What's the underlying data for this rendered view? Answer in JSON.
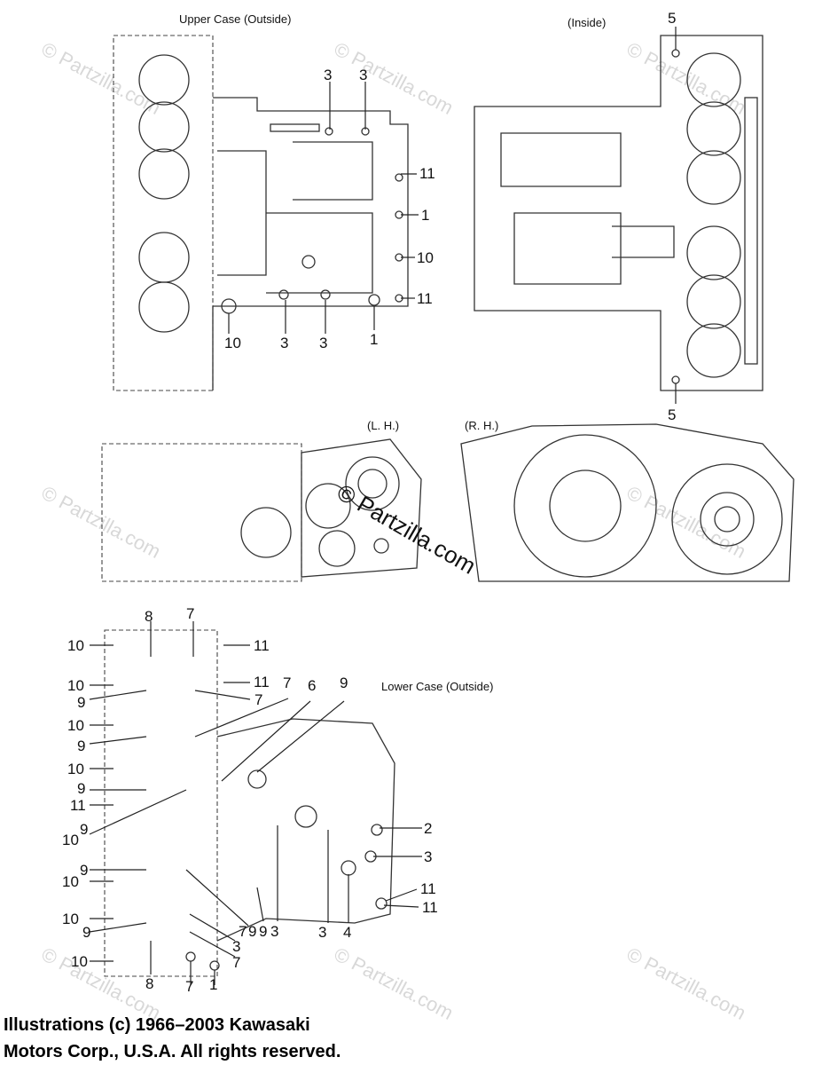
{
  "titles": {
    "upper_outside": "Upper Case (Outside)",
    "inside": "(Inside)",
    "lh": "(L. H.)",
    "rh": "(R. H.)",
    "lower_outside": "Lower Case (Outside)"
  },
  "callouts": {
    "upper": [
      "3",
      "3",
      "11",
      "1",
      "10",
      "11",
      "10",
      "3",
      "3",
      "1"
    ],
    "inside": [
      "5",
      "5"
    ],
    "lower": [
      "8",
      "7",
      "10",
      "11",
      "10",
      "11",
      "9",
      "7",
      "7",
      "6",
      "9",
      "10",
      "9",
      "10",
      "9",
      "11",
      "10",
      "9",
      "2",
      "3",
      "10",
      "9",
      "11",
      "11",
      "10",
      "9",
      "7",
      "9",
      "9",
      "3",
      "3",
      "4",
      "3",
      "7",
      "10",
      "8",
      "7",
      "1"
    ]
  },
  "watermark": {
    "center_text": "© Partzilla.com",
    "faint_text": "© Partzilla.com"
  },
  "copyright": {
    "line1": "Illustrations (c) 1966–2003 Kawasaki",
    "line2": "Motors Corp., U.S.A.  All rights reserved."
  }
}
